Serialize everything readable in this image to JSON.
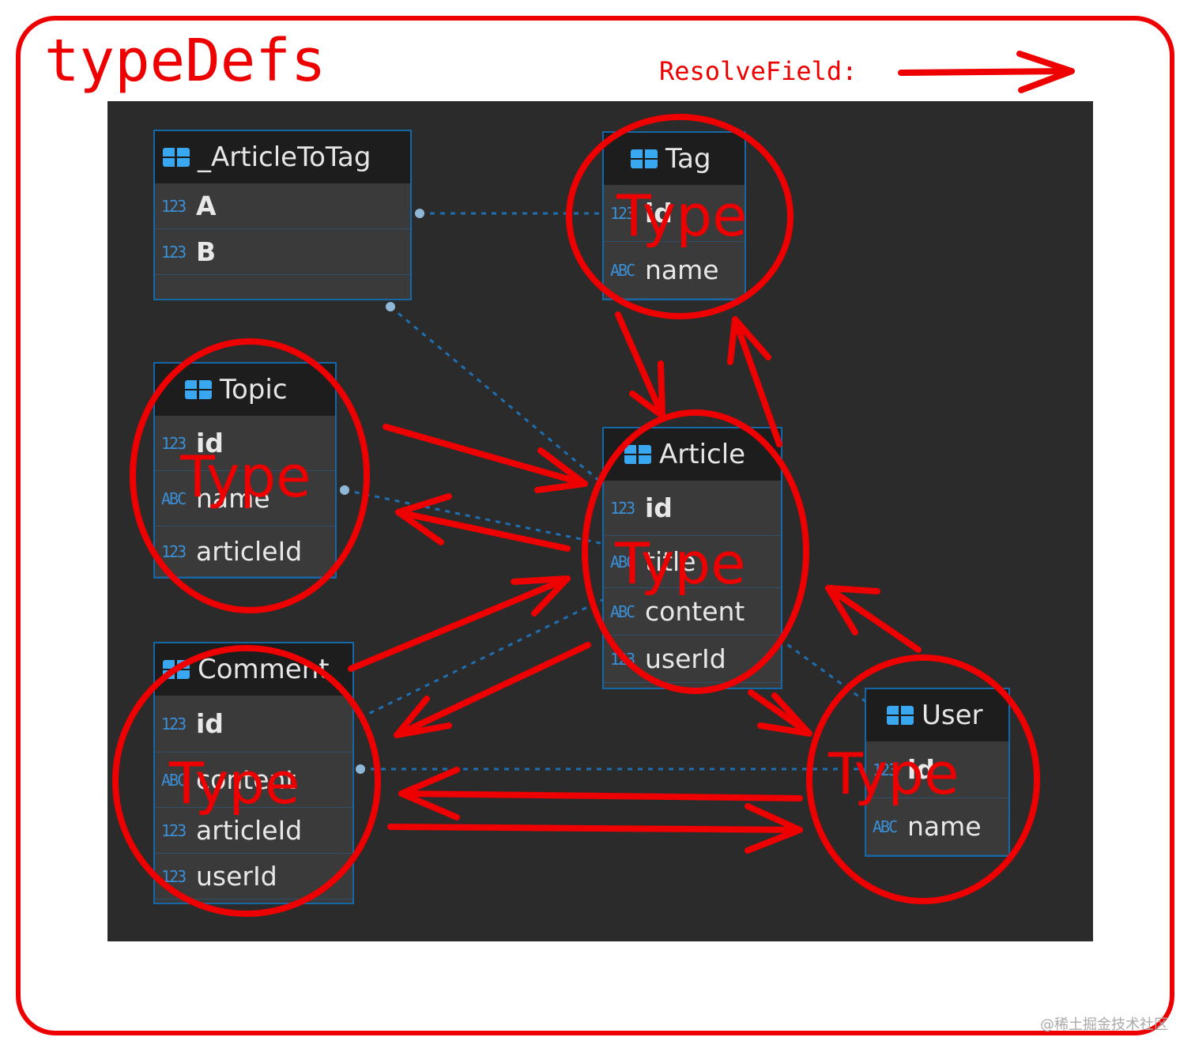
{
  "title": "typeDefs",
  "resolve_label": "ResolveField:",
  "type_label": "Type",
  "watermark": "@稀土掘金技术社区",
  "accent_color": "#ee0000",
  "connector_color": "#1f6fb0",
  "tables": {
    "article_to_tag": {
      "name": "_ArticleToTag",
      "fields": [
        {
          "type": "123",
          "name": "A"
        },
        {
          "type": "123",
          "name": "B"
        }
      ]
    },
    "tag": {
      "name": "Tag",
      "fields": [
        {
          "type": "123",
          "name": "id"
        },
        {
          "type": "ABC",
          "name": "name"
        }
      ]
    },
    "topic": {
      "name": "Topic",
      "fields": [
        {
          "type": "123",
          "name": "id"
        },
        {
          "type": "ABC",
          "name": "name"
        },
        {
          "type": "123",
          "name": "articleId"
        }
      ]
    },
    "article": {
      "name": "Article",
      "fields": [
        {
          "type": "123",
          "name": "id"
        },
        {
          "type": "ABC",
          "name": "title"
        },
        {
          "type": "ABC",
          "name": "content"
        },
        {
          "type": "123",
          "name": "userId"
        }
      ]
    },
    "comment": {
      "name": "Comment",
      "fields": [
        {
          "type": "123",
          "name": "id"
        },
        {
          "type": "ABC",
          "name": "content"
        },
        {
          "type": "123",
          "name": "articleId"
        },
        {
          "type": "123",
          "name": "userId"
        }
      ]
    },
    "user": {
      "name": "User",
      "fields": [
        {
          "type": "123",
          "name": "id"
        },
        {
          "type": "ABC",
          "name": "name"
        }
      ]
    }
  }
}
